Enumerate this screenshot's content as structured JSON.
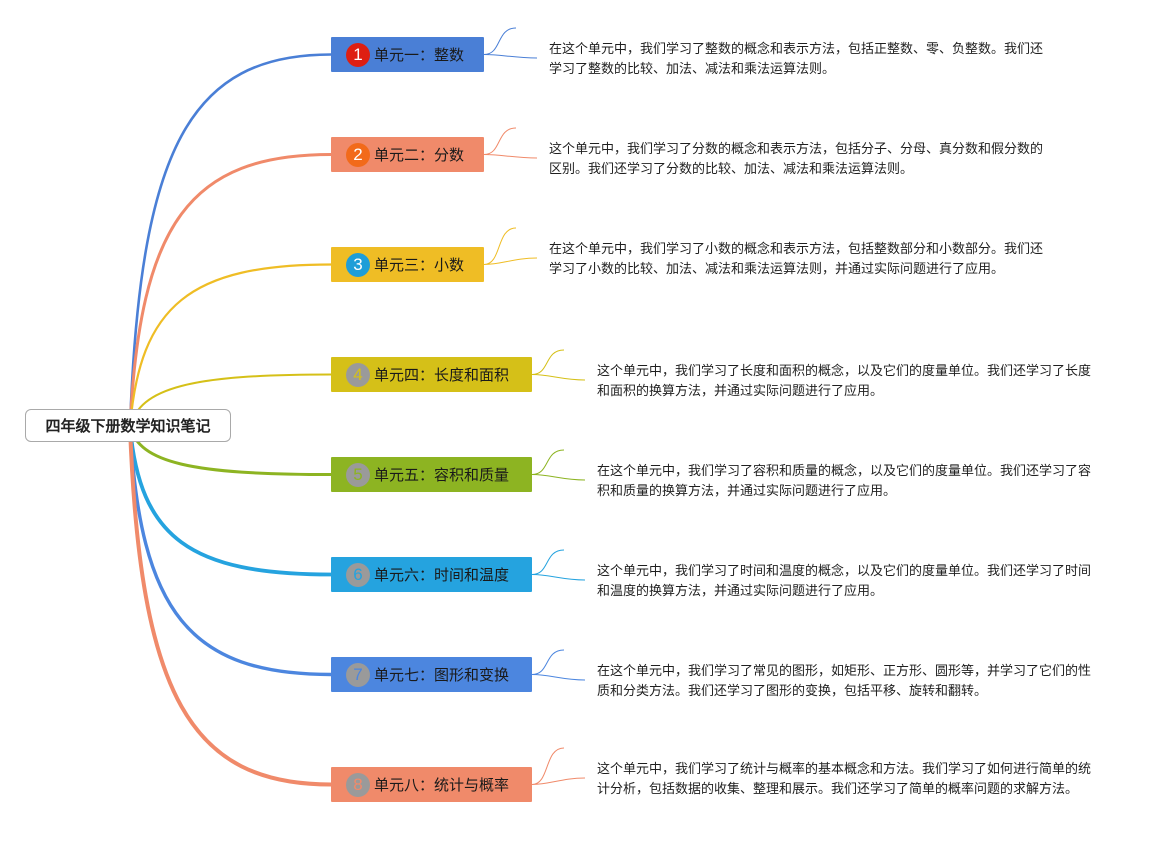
{
  "root": {
    "title": "四年级下册数学知识笔记"
  },
  "units": [
    {
      "number": "1",
      "label": "单元一：整数",
      "color": "#4a7fd6",
      "badge_color": "#de1f12",
      "badge_text_color": "#ffffff",
      "note": "在这个单元中，我们学习了整数的概念和表示方法，包括正整数、零、负整数。我们还学习了整数的比较、加法、减法和乘法运算法则。"
    },
    {
      "number": "2",
      "label": "单元二：分数",
      "color": "#f08a6a",
      "badge_color": "#f26a1a",
      "badge_text_color": "#ffffff",
      "note": "这个单元中，我们学习了分数的概念和表示方法，包括分子、分母、真分数和假分数的区别。我们还学习了分数的比较、加法、减法和乘法运算法则。"
    },
    {
      "number": "3",
      "label": "单元三：小数",
      "color": "#efbd25",
      "badge_color": "#1e9ed8",
      "badge_text_color": "#ffffff",
      "note": "在这个单元中，我们学习了小数的概念和表示方法，包括整数部分和小数部分。我们还学习了小数的比较、加法、减法和乘法运算法则，并通过实际问题进行了应用。"
    },
    {
      "number": "4",
      "label": "单元四：长度和面积",
      "color": "#d5c018",
      "badge_color": "#9a9a9a",
      "badge_text_color": "#d5c018",
      "note": "这个单元中，我们学习了长度和面积的概念，以及它们的度量单位。我们还学习了长度和面积的换算方法，并通过实际问题进行了应用。"
    },
    {
      "number": "5",
      "label": "单元五：容积和质量",
      "color": "#8db422",
      "badge_color": "#9a9a9a",
      "badge_text_color": "#8db422",
      "note": "在这个单元中，我们学习了容积和质量的概念，以及它们的度量单位。我们还学习了容积和质量的换算方法，并通过实际问题进行了应用。"
    },
    {
      "number": "6",
      "label": "单元六：时间和温度",
      "color": "#25a3df",
      "badge_color": "#9a9a9a",
      "badge_text_color": "#25a3df",
      "note": "这个单元中，我们学习了时间和温度的概念，以及它们的度量单位。我们还学习了时间和温度的换算方法，并通过实际问题进行了应用。"
    },
    {
      "number": "7",
      "label": "单元七：图形和变换",
      "color": "#4c86df",
      "badge_color": "#9a9a9a",
      "badge_text_color": "#4c86df",
      "note": "在这个单元中，我们学习了常见的图形，如矩形、正方形、圆形等，并学习了它们的性质和分类方法。我们还学习了图形的变换，包括平移、旋转和翻转。"
    },
    {
      "number": "8",
      "label": "单元八：统计与概率",
      "color": "#f08a6a",
      "badge_color": "#9a9a9a",
      "badge_text_color": "#f08a6a",
      "note": "这个单元中，我们学习了统计与概率的基本概念和方法。我们学习了如何进行简单的统计分析，包括数据的收集、整理和展示。我们还学习了简单的概率问题的求解方法。"
    }
  ]
}
